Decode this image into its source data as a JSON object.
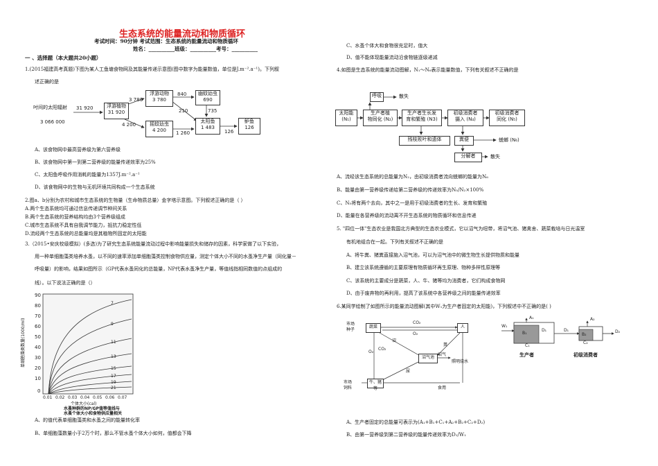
{
  "header": {
    "title": "生态系统的能量流动和物质循环",
    "meta1": "考试时间：90分钟  考试范围：生态系统的能量流动和物质循环",
    "meta2": "姓名：__________班级：__________考号：__________"
  },
  "section": "一 、选择题（本大题共20小题）",
  "q1": {
    "stem1": "1.(2015福建高考真题)下图为某人工鱼塘食物网及其能量传递示意图(图中数字为能量数值，单位是J.m⁻².a⁻¹)。下列叙",
    "stem2": "述正确的是",
    "fig": {
      "sun_label": "吋间的太阳辐射",
      "sun_value": "3 066 000",
      "n1": "浮游植物",
      "n1v": "31 920",
      "n2": "浮游动物",
      "n2v": "3 780",
      "n3": "摇蚊幼虫",
      "n3v": "4 200",
      "n4": "幽蚊幼虫",
      "n4v": "690",
      "n5": "太阳鱼",
      "n5v": "1 483",
      "n6": "鲈鱼",
      "n6v": "126",
      "e1": "31 920",
      "e2": "3 780",
      "e3": "4 200",
      "e4": "840",
      "e5": "210",
      "e6": "735",
      "e7": "1 260",
      "e8": "126"
    },
    "opts": [
      "A、该食物网中最高营养级为第六营养级",
      "B、该食物网中第一到第二营养级的能量传递效率为25%",
      "C、太阳鱼呼吸作用消耗的能量为1357J.m⁻².a⁻¹",
      "D、该食物网中的生物与无机环境共同构成一个生态系统"
    ]
  },
  "q2": {
    "stem": "2.图a、b分别为农村和城市生态系统的生物量（生命物质总量）金字塔示意图。下列叙述正确的是（    ）",
    "opts": [
      "A.两个生态系统均可通过信息传递调节种间关系",
      "B.两个生态系统的营养结构均由3个营养级组成",
      "C.城市生态系统不具有自我调节能力，抵抗力稳定性低",
      "D.流经两个生态系统的总能量均是其植物所固定的太阳能"
    ]
  },
  "q3": {
    "l1": "3.（2015•安庆校级模拟）(多选)为了研究生态系统能量流动过程中影响能量损失和储存的因素，科学家做了以下实验，",
    "l2": "用一种单细胞藻类培养水蚤，以不同的速率添加单细胞藻类控制食物供应量，测定个体大小不同的水蚤净生产量（同化量－",
    "l3": "呼吸量）的影响，结果如图所示（GP代表水蚤同化的总能量，NP代表水蚤净生产量，等值线指相同数值的点组成的",
    "l4": "线）。以下说法正确的是（）",
    "fig": {
      "ylabel": "单细胞藻类数量(1000/ml)",
      "xlabel": "个体大小(cal)",
      "caption1": "水蚤种群的NP/GP值等值线与",
      "caption2": "水蚤个体大小和食物供应量相关",
      "yticks": [
        "90",
        "80",
        "70",
        "60",
        "50",
        "40",
        "30",
        "20",
        "10",
        "0"
      ],
      "xticks": [
        "0.01",
        "0.02",
        "0.03",
        "0.04",
        "0.05",
        "0.06",
        "0.07"
      ],
      "clabels": [
        "7",
        "9",
        "11",
        "13",
        "15",
        "17",
        "19",
        "21"
      ]
    },
    "opts": [
      "A、的值代表单细胞藻类和水蚤之间的能量转化率",
      "B、单细胞藻数量小于2万个时，那么不管水蚤个体大小如何，值都会下降"
    ]
  },
  "right": {
    "c_opt": "C、水蚤个体大和食物很充足时，值大",
    "d_opt": "D、值不能体现能量流动沿食物链逐级递减"
  },
  "q4": {
    "stem": "4.如图是生态系统的能量流动图解，N₁～N₆表示能量数值，下列有关叙述不正确的是",
    "fig": {
      "hx": "呼吸",
      "ss1": "散失",
      "sun": "太阳能",
      "sun_n": "(N₁)",
      "prod": "生产者植",
      "prod2": "物同化 (N₂)",
      "grow": "生产者生长发",
      "grow2": "育和繁殖 (N3)",
      "cons1": "初级消费者",
      "cons1b": "摄入 (N₄)",
      "cons2": "初级消费者",
      "cons2b": "同化 (N₅)",
      "resid": "残枝败叶和遗体",
      "feces": "粪便",
      "lang": "蜣螂 (N₆)",
      "decomp": "分解者",
      "ss2": "散失"
    },
    "opts": [
      "A、流经该生态系统的总能量为N₂，由初级消费者流向蜣螂的能量为N₆",
      "B、能量由第一营养级传递给第二营养级的传递效率为N₅/N₂×100%",
      "C、N₅将有两个去向，其中之一是用于初级消费者的生长、发育和繁殖",
      "D、能量在各营养级的流动离不开生态系统的物质循环和信息传递"
    ]
  },
  "q5": {
    "stem1": "5.  \"四位一体\"生态农业是我国北方典型的生态农业模式，它以沼气为纽带，将沼气池、猪禽舍、蔬菜栽培与日光温室",
    "stem2": "有机地组合在一起。下列有关叙述不正确的是",
    "opts": [
      "A、将牛粪、猪粪直接施入沼气池，可以为沼气池中的微生物生长提供物质和能量",
      "B、建立该系统遵循的主要原理有物质循环再生原理、物种多样性原理等",
      "C、该系统的主要成分是蔬菜，人、牛、猪等均为消费者，它们构成食物网",
      "D、由于废弃物的再利用，提高了该系统中各营养级之间的能量传递效率"
    ]
  },
  "q6": {
    "stem": "6.某同学绘制了如图所示的能量流动图解(其中W₁为生产者固定的太阳能)，下列叙述中不正确的是(      )",
    "figL": {
      "shicai": "市场",
      "zhongzi": "种子",
      "shucai": "蔬菜",
      "co2": "CO₂",
      "ren": "人",
      "o2": "O₂",
      "co2b": "CO₂",
      "zhao": "沼",
      "fen": "粪",
      "niao": "尿",
      "zqc": "沼气池",
      "zq": "沼气",
      "zmjz": "照明烧水",
      "shiyong": "食用",
      "siliao": "饲料",
      "niuzhu": "牛、猪等",
      "shicai2": "市场"
    },
    "figR": {
      "w1": "W₁",
      "a1": "A₁",
      "b1": "B₁",
      "c1": "C₁",
      "d1": "D₁",
      "a2": "A₂",
      "b2": "B₂",
      "c2": "C₂",
      "d2": "D₂",
      "prod": "生产者",
      "cons": "初级消费者"
    },
    "opts": [
      "A、生产者固定的总能量可表示为(A₁+B₁+C₁+A₂+B₂+C₂+D₂)",
      "B、由第一营养级到第二营养级的能量传递效率为D₁/W₁"
    ]
  }
}
